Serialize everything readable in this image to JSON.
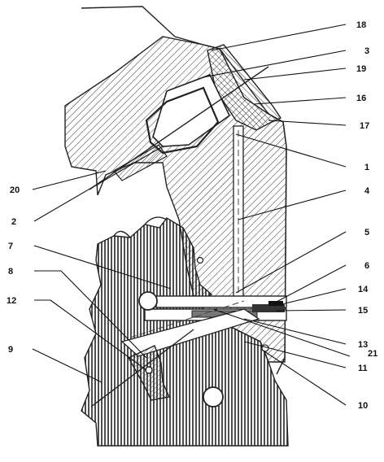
{
  "figure": {
    "callouts": [
      {
        "id": "c18",
        "text": "18"
      },
      {
        "id": "c3",
        "text": "3"
      },
      {
        "id": "c19",
        "text": "19"
      },
      {
        "id": "c16",
        "text": "16"
      },
      {
        "id": "c17",
        "text": "17"
      },
      {
        "id": "c1",
        "text": "1"
      },
      {
        "id": "c4",
        "text": "4"
      },
      {
        "id": "c5",
        "text": "5"
      },
      {
        "id": "c6",
        "text": "6"
      },
      {
        "id": "c14",
        "text": "14"
      },
      {
        "id": "c15",
        "text": "15"
      },
      {
        "id": "c13",
        "text": "13"
      },
      {
        "id": "c21",
        "text": "21"
      },
      {
        "id": "c11",
        "text": "11"
      },
      {
        "id": "c10",
        "text": "10"
      },
      {
        "id": "c20",
        "text": "20"
      },
      {
        "id": "c2",
        "text": "2"
      },
      {
        "id": "c7",
        "text": "7"
      },
      {
        "id": "c8",
        "text": "8"
      },
      {
        "id": "c12",
        "text": "12"
      },
      {
        "id": "c9",
        "text": "9"
      }
    ]
  }
}
